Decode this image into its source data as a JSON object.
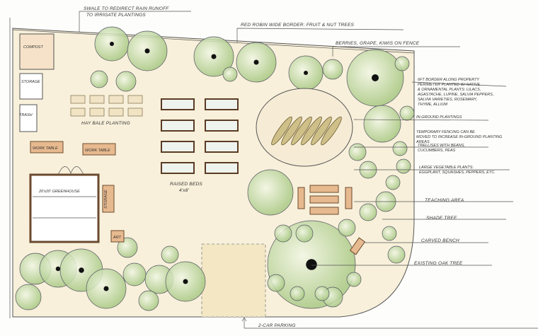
{
  "title_labels": {
    "swale_line1": "SWALE TO REDIRECT RAIN RUNOFF",
    "swale_line2": "TO IRRIGATE PLANTINGS",
    "border": "RED ROBIN WIDE BORDER: FRUIT & NUT TREES",
    "berries": "BERRIES, GRAPE, KIWIS ON FENCE"
  },
  "right_labels": {
    "perimeter": [
      "6FT BORDER ALONG PROPERTY",
      "PERIMETER PLANTED W/ NATIVE",
      "& ORNAMENTAL PLANTS: LILACS,",
      "AGASTACHE, LUPINE, SALVIA PEPPERS,",
      "SALVIA VARIETIES, ROSEMARY,",
      "THYME, ALLIUM"
    ],
    "in_ground": "IN-GROUND PLANTINGS",
    "fencing": [
      "TEMPORARY FENCING CAN BE",
      "MOVED TO INCREASE IN-GROUND PLANTING",
      "AREAS"
    ],
    "trellises": [
      "TRELLISES WITH BEANS,",
      "CUCUMBERS, PEAS"
    ],
    "large_veg": [
      "LARGE VEGETABLE PLANTS:",
      "EGGPLANT, SQUASHES, PEPPERS, ETC."
    ],
    "teaching": "TEACHING AREA",
    "shade": "SHADE TREE",
    "bench": "CARVED BENCH",
    "oak": "EXISTING OAK TREE"
  },
  "site_labels": {
    "compost": "COMPOST",
    "storage1": "STORAGE",
    "trash": "TRASH",
    "hay_bale": "HAY BALE PLANTING",
    "work_table1": "WORK TABLE",
    "work_table2": "WORK TABLE",
    "greenhouse": "20'x20' GREENHOUSE",
    "storage2": "STORAGE",
    "small_box": "ART",
    "raised_beds_1": "RAISED BEDS",
    "raised_beds_2": "4'x8'",
    "parking": "2-CAR PARKING"
  },
  "colors": {
    "paper": "#f8f0da",
    "tree": "#b9d39a",
    "wood": "#e7b98f",
    "ink": "#333333"
  }
}
